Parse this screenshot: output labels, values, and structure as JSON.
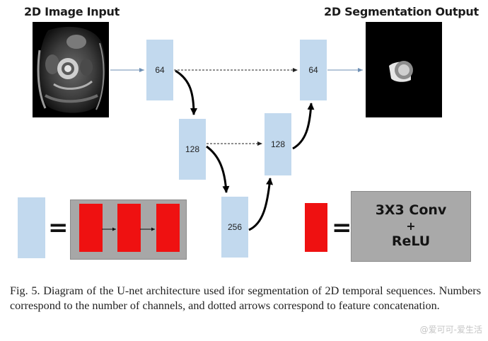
{
  "titles": {
    "input": "2D Image Input",
    "output": "2D Segmentation Output"
  },
  "blocks": {
    "enc1": "64",
    "enc2": "128",
    "bottleneck": "256",
    "dec2": "128",
    "dec1": "64"
  },
  "legend": {
    "equals_symbol": "=",
    "conv_line1": "3X3 Conv",
    "conv_plus": "+",
    "conv_line2": "ReLU"
  },
  "caption": "Fig. 5.  Diagram of the U-net architecture used ifor segmentation of 2D temporal sequences. Numbers correspond to the number of channels, and dotted arrows correspond to feature concatenation.",
  "watermark": "@爱可可-爱生活",
  "colors": {
    "block": "#c2d9ee",
    "conv_red": "#ef1111",
    "legend_gray": "#a9a9a9",
    "solid_arrow": "#000000",
    "thin_arrow": "#6e8fb3"
  }
}
